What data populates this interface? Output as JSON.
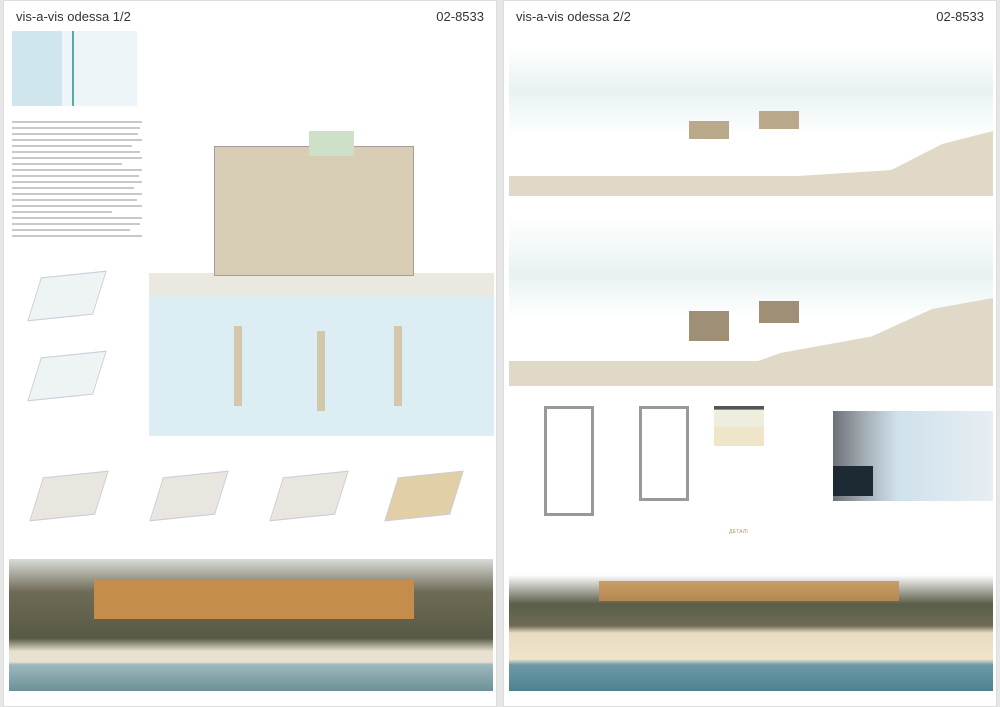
{
  "sheet1": {
    "title": "vis-a-vis odessa 1/2",
    "code": "02-8533"
  },
  "sheet2": {
    "title": "vis-a-vis odessa 2/2",
    "code": "02-8533",
    "details_caption": "ДЕТАЛІ"
  },
  "colors": {
    "sea": "#d9ebf2",
    "beige": "#e3dccb",
    "wood": "#c9924a",
    "caption": "#b9955a"
  }
}
